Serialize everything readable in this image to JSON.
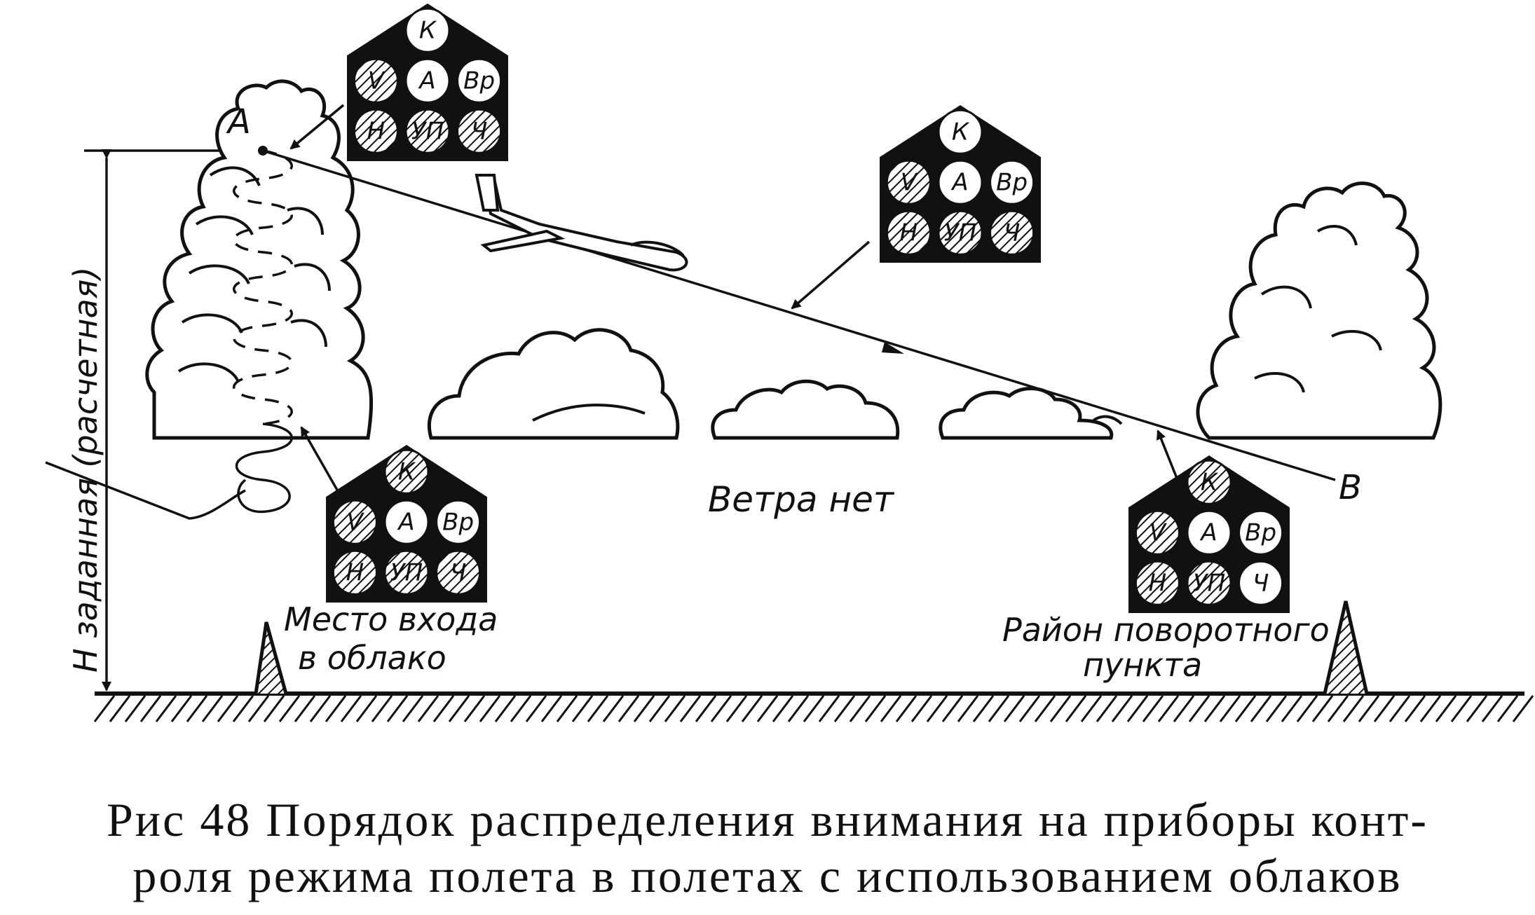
{
  "caption": {
    "line1": "Рис  48  Порядок  распределения  внимания  на  приборы  конт-",
    "line2": "роля  режима  полета  в  полетах  с  использованием  облаков"
  },
  "labels": {
    "point_a": "А",
    "point_b": "В",
    "wind": "Ветра  нет",
    "height_axis": "Н заданная  (расчетная)",
    "cloud_entry_line1": "Место  входа",
    "cloud_entry_line2": "в облако",
    "turn_point_line1": "Район поворотного",
    "turn_point_line2": "пункта"
  },
  "panels": [
    {
      "id": "panel-top-left",
      "gauges": [
        {
          "label": "К",
          "hatched": false
        },
        {
          "label": "V",
          "hatched": true
        },
        {
          "label": "А",
          "hatched": false
        },
        {
          "label": "Вр",
          "hatched": false
        },
        {
          "label": "Н",
          "hatched": true
        },
        {
          "label": "УП",
          "hatched": true
        },
        {
          "label": "Ч",
          "hatched": true
        }
      ]
    },
    {
      "id": "panel-middle",
      "gauges": [
        {
          "label": "К",
          "hatched": false
        },
        {
          "label": "V",
          "hatched": true
        },
        {
          "label": "А",
          "hatched": false
        },
        {
          "label": "Вр",
          "hatched": false
        },
        {
          "label": "Н",
          "hatched": true
        },
        {
          "label": "УП",
          "hatched": true
        },
        {
          "label": "Ч",
          "hatched": true
        }
      ]
    },
    {
      "id": "panel-bottom-left",
      "gauges": [
        {
          "label": "К",
          "hatched": true
        },
        {
          "label": "V",
          "hatched": true
        },
        {
          "label": "А",
          "hatched": false
        },
        {
          "label": "Вр",
          "hatched": false
        },
        {
          "label": "Н",
          "hatched": true
        },
        {
          "label": "УП",
          "hatched": true
        },
        {
          "label": "Ч",
          "hatched": true
        }
      ]
    },
    {
      "id": "panel-bottom-right",
      "gauges": [
        {
          "label": "К",
          "hatched": true
        },
        {
          "label": "V",
          "hatched": true
        },
        {
          "label": "А",
          "hatched": false
        },
        {
          "label": "Вр",
          "hatched": false
        },
        {
          "label": "Н",
          "hatched": true
        },
        {
          "label": "УП",
          "hatched": true
        },
        {
          "label": "Ч",
          "hatched": false
        }
      ]
    }
  ]
}
